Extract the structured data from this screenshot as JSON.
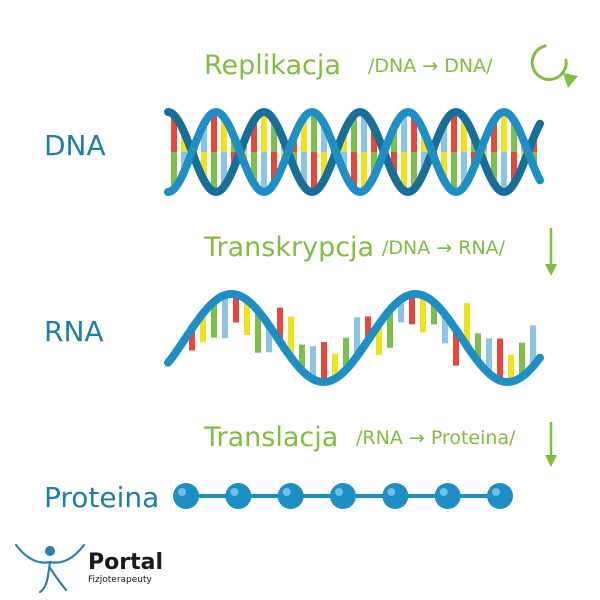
{
  "steps": [
    {
      "name": "Replikacja",
      "formula": "/DNA → DNA/"
    },
    {
      "name": "Transkrypcja",
      "formula": "/DNA → RNA/"
    },
    {
      "name": "Translacja",
      "formula": "/RNA → Proteina/"
    }
  ],
  "molecules": {
    "dna": "DNA",
    "rna": "RNA",
    "protein": "Proteina"
  },
  "logo": {
    "name": "Portal",
    "subtitle": "Fizjoterapeuty"
  },
  "colors": {
    "strand": "#1e8fc4",
    "strand_dark": "#176f99",
    "label": "#1e7fae",
    "process": "#7fbf3f",
    "base_colors": [
      "#e8473b",
      "#f2e21a",
      "#7cc04a",
      "#8cc4e8"
    ]
  },
  "icons": {
    "replication": "cycle-arrow-icon",
    "step": "down-arrow-icon",
    "logo": "person-figure-icon"
  },
  "protein_beads": 7
}
